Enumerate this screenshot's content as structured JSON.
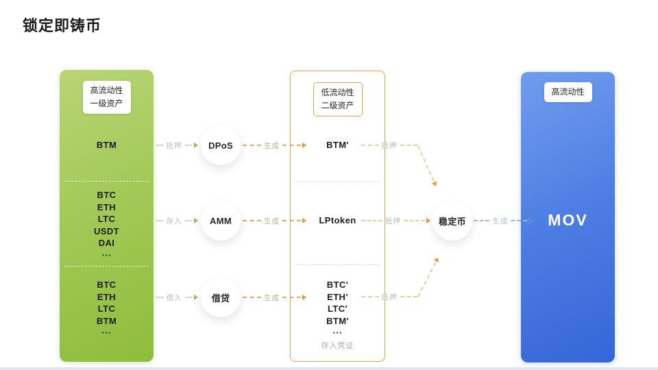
{
  "title": "锁定即铸币",
  "left_panel": {
    "tag_line1": "高流动性",
    "tag_line2": "一级资产",
    "sections": [
      [
        "BTM"
      ],
      [
        "BTC",
        "ETH",
        "LTC",
        "USDT",
        "DAI",
        "···"
      ],
      [
        "BTC",
        "ETH",
        "LTC",
        "BTM",
        "···"
      ]
    ]
  },
  "mid_panel": {
    "tag_line1": "低流动性",
    "tag_line2": "二级资产",
    "sections": [
      [
        "BTM'"
      ],
      [
        "LPtoken"
      ],
      [
        "BTC'",
        "ETH'",
        "LTC'",
        "BTM'",
        "···"
      ]
    ],
    "footnote": "存入凭证"
  },
  "right_panel": {
    "tag_line1": "高流动性",
    "asset": "MOV"
  },
  "processes": [
    "DPoS",
    "AMM",
    "借贷"
  ],
  "stablecoin_label": "稳定币",
  "arrows": {
    "left_labels": [
      "抵押",
      "存入",
      "借入"
    ],
    "mid_labels": [
      "生成",
      "生成",
      "生成"
    ],
    "right_labels": [
      "抵押",
      "抵押",
      "抵押"
    ],
    "final_label": "生成"
  },
  "colors": {
    "green_panel_start": "#b9d476",
    "green_panel_end": "#8ebd3c",
    "blue_panel_start": "#719cee",
    "blue_panel_end": "#3566d8",
    "orange_accent": "#e9a24b",
    "orange_arrow": "#ee9338",
    "green_arrow": "#93c24a",
    "blue_arrow": "#7d9fe0"
  }
}
